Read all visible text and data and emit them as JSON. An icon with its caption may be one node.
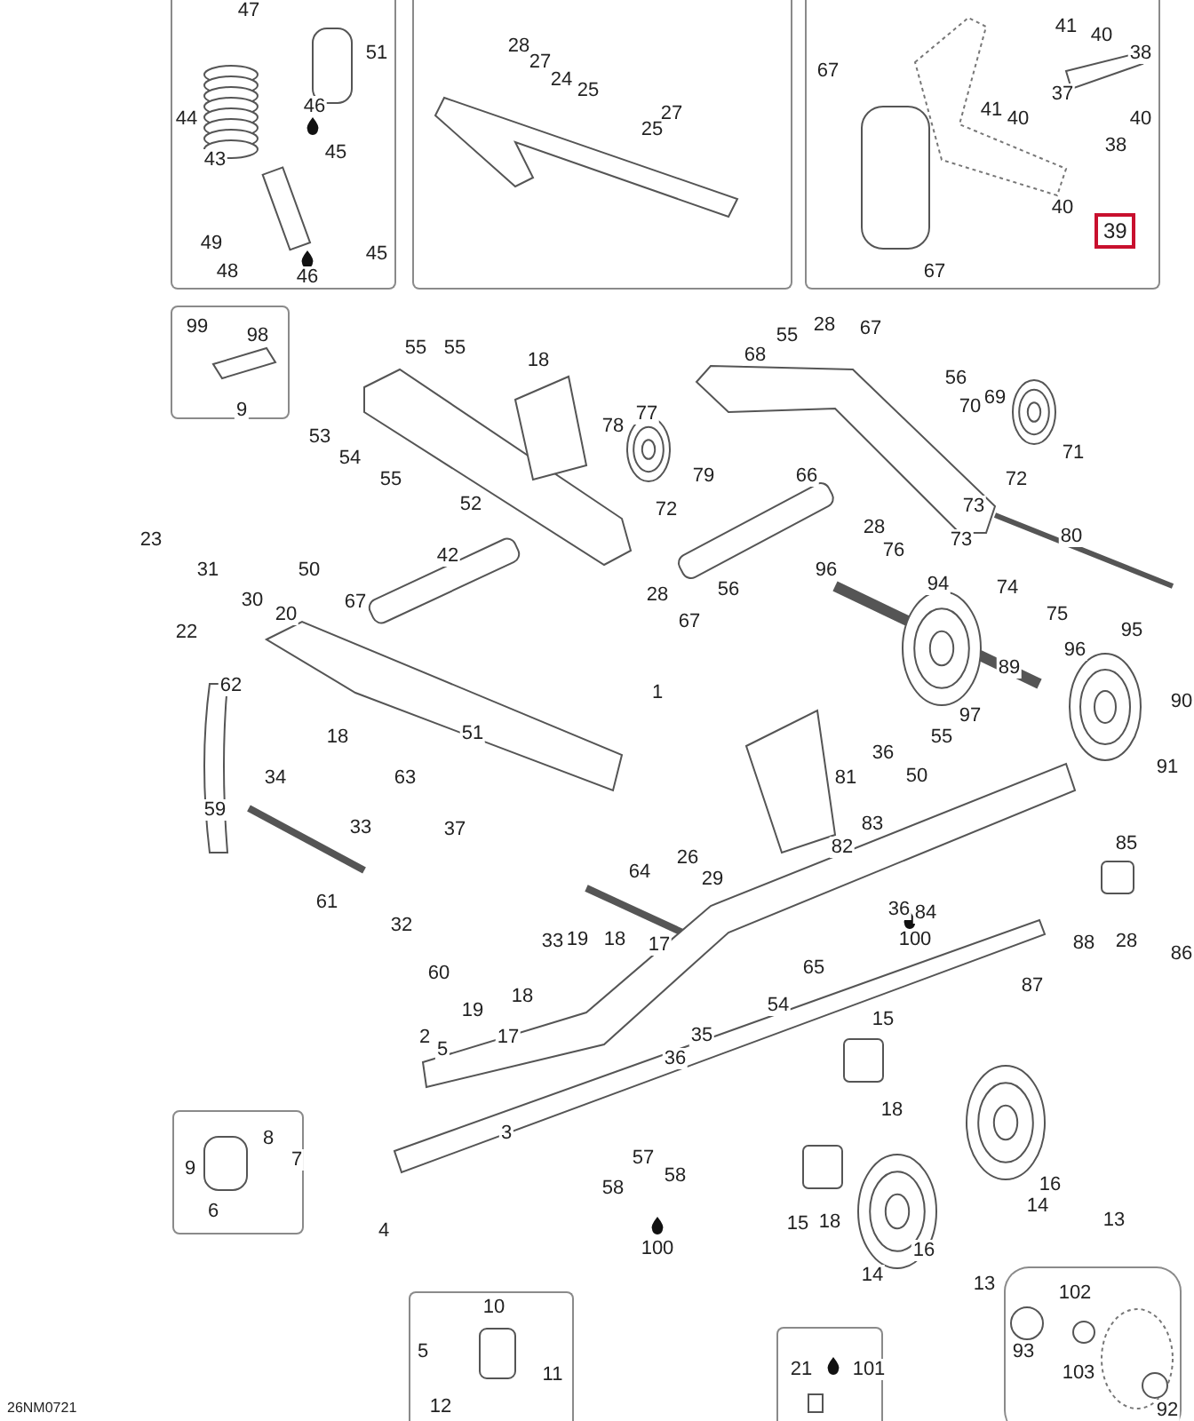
{
  "diagram": {
    "nodes": [
      {
        "text": [
          "47",
          "51",
          "46",
          "44",
          "43",
          "45",
          "49",
          "48",
          "46",
          "45"
        ]
      },
      {
        "text": [
          "28",
          "27",
          "24",
          "25",
          "27",
          "25"
        ]
      },
      {
        "text": [
          "67",
          "41",
          "40",
          "38",
          "37",
          "40",
          "41",
          "40",
          "38",
          "40",
          "67"
        ]
      },
      {
        "text": [
          "39"
        ],
        "in": 2
      },
      {
        "text": [
          "99",
          "98",
          "9"
        ]
      },
      {
        "text": [
          "9",
          "8",
          "7",
          "6"
        ]
      },
      {
        "text": [
          "10",
          "5",
          "12",
          "11"
        ]
      },
      {
        "text": [
          "21",
          "101"
        ]
      },
      {
        "text": [
          "102",
          "93",
          "103",
          "92"
        ]
      }
    ],
    "labels": [
      "55",
      "55",
      "18",
      "53",
      "54",
      "55",
      "52",
      "78",
      "77",
      "79",
      "72",
      "68",
      "55",
      "28",
      "67",
      "56",
      "70",
      "69",
      "71",
      "66",
      "72",
      "28",
      "76",
      "73",
      "73",
      "80",
      "74",
      "75",
      "23",
      "31",
      "30",
      "20",
      "50",
      "67",
      "42",
      "22",
      "28",
      "67",
      "56",
      "96",
      "94",
      "89",
      "97",
      "96",
      "95",
      "90",
      "91",
      "62",
      "18",
      "51",
      "63",
      "1",
      "59",
      "34",
      "37",
      "36",
      "50",
      "55",
      "81",
      "83",
      "82",
      "33",
      "64",
      "26",
      "29",
      "85",
      "36",
      "84",
      "100",
      "88",
      "28",
      "86",
      "87",
      "61",
      "32",
      "60",
      "33",
      "19",
      "18",
      "17",
      "65",
      "19",
      "18",
      "54",
      "2",
      "5",
      "17",
      "36",
      "35",
      "15",
      "18",
      "3",
      "57",
      "58",
      "58",
      "100",
      "4",
      "15",
      "18",
      "14",
      "16",
      "13",
      "14",
      "16",
      "13",
      "26NM0721"
    ]
  }
}
